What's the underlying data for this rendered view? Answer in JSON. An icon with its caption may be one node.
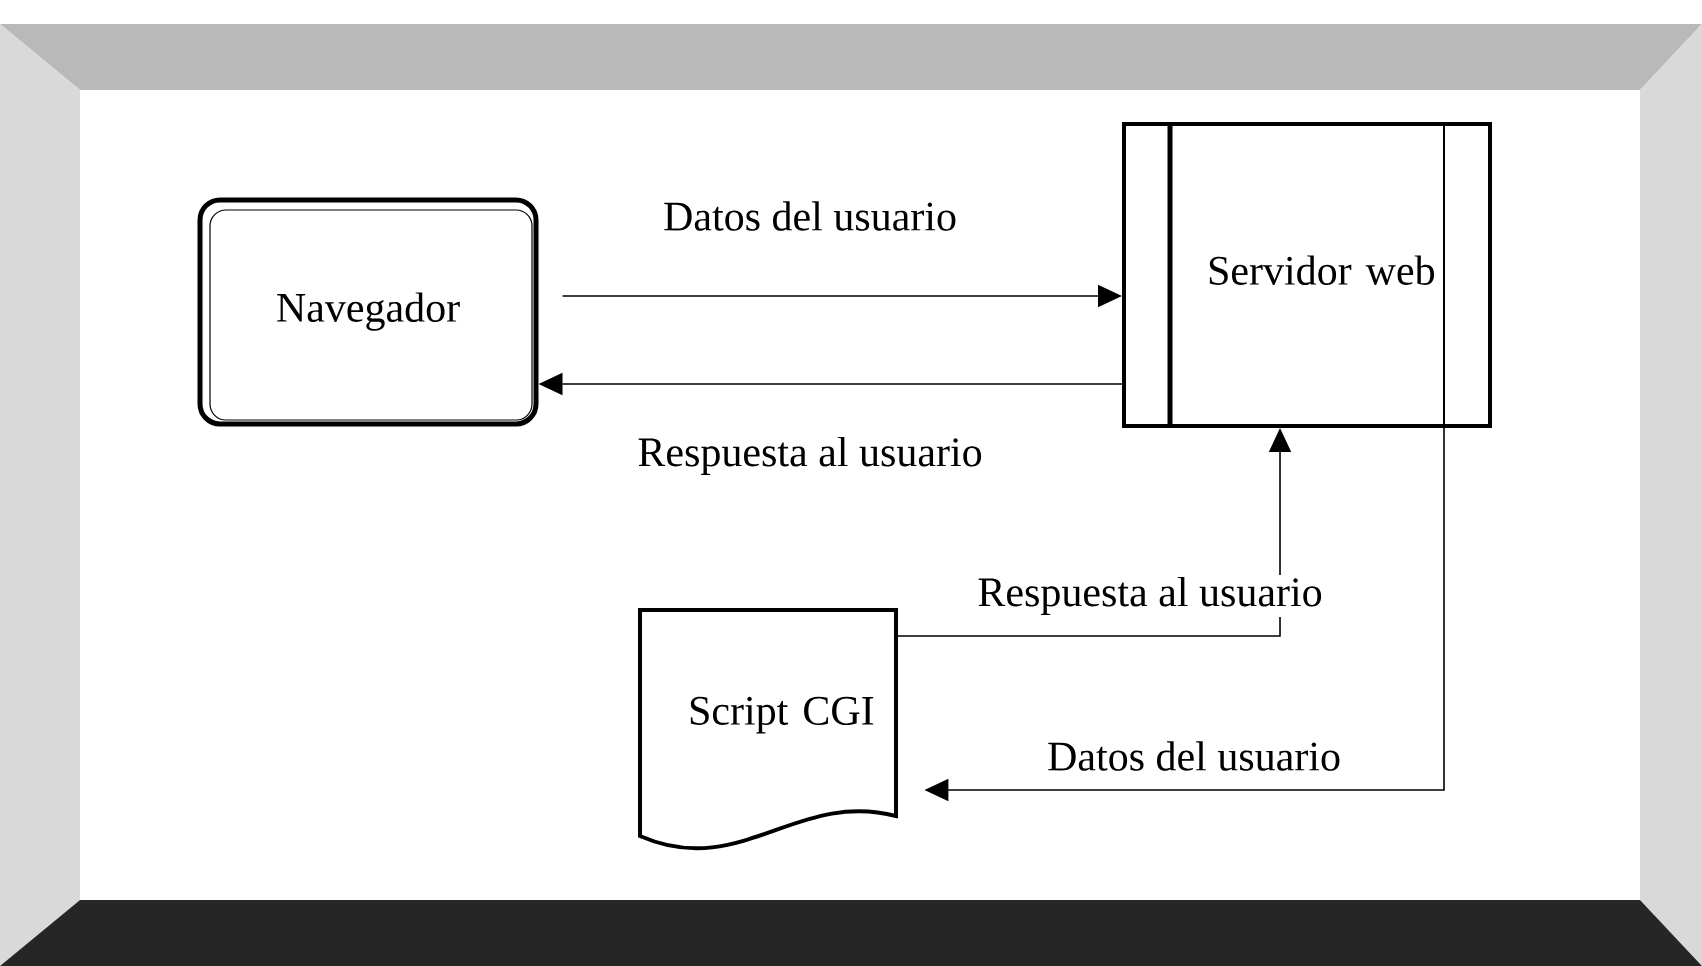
{
  "diagram": {
    "nodes": [
      {
        "text": [
          "Navegador"
        ]
      },
      {
        "text": [
          "Servidor web"
        ]
      },
      {
        "text": [
          "Script CGI"
        ]
      }
    ],
    "edges": [
      {
        "from": 0,
        "to": 1,
        "arrow": "to",
        "label": "Datos del usuario"
      },
      {
        "from": 1,
        "to": 0,
        "arrow": "to",
        "label": "Respuesta al usuario"
      },
      {
        "from": 2,
        "to": 1,
        "arrow": "to",
        "label": "Respuesta al usuario"
      },
      {
        "from": 1,
        "to": 2,
        "arrow": "to",
        "label": "Datos del usuario"
      }
    ]
  }
}
